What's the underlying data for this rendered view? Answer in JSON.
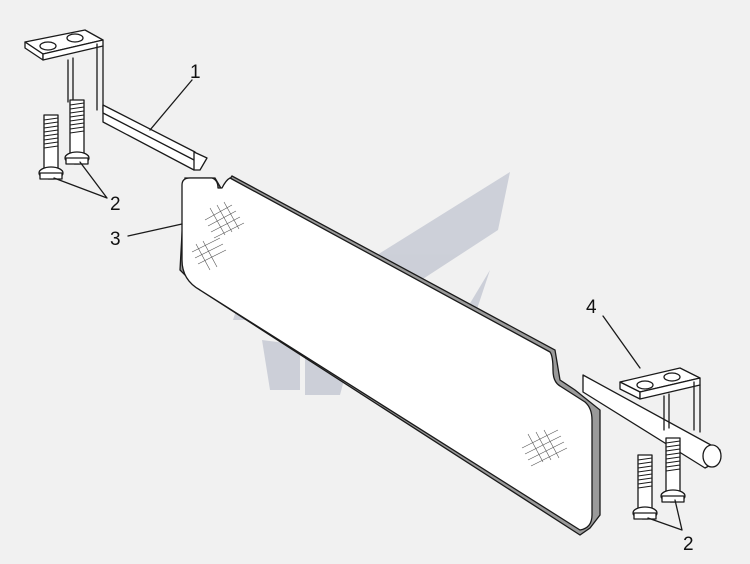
{
  "callouts": [
    {
      "id": "1",
      "text": "1"
    },
    {
      "id": "2a",
      "text": "2"
    },
    {
      "id": "3",
      "text": "3"
    },
    {
      "id": "4",
      "text": "4"
    },
    {
      "id": "2b",
      "text": "2"
    }
  ],
  "colors": {
    "background": "#f1f1f1",
    "line": "#1a1a1a",
    "watermark": "#c9ccd6"
  }
}
